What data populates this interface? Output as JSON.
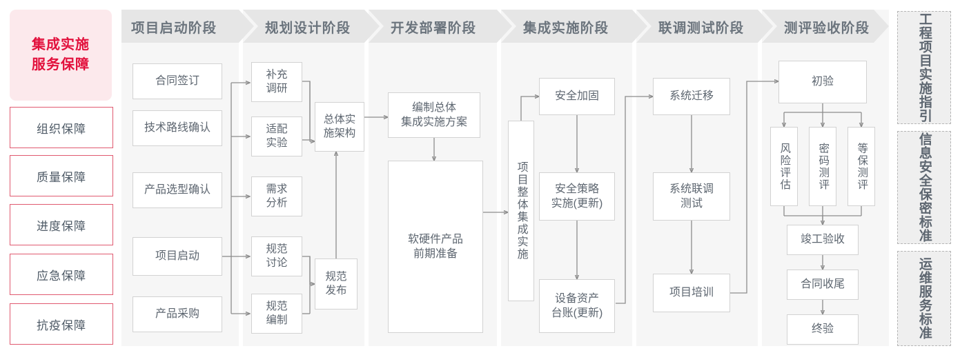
{
  "guarantee": {
    "title": "集成实施\n服务保障",
    "title_line1": "集成实施",
    "title_line2": "服务保障",
    "items": [
      {
        "label": "组织保障"
      },
      {
        "label": "质量保障"
      },
      {
        "label": "进度保障"
      },
      {
        "label": "应急保障"
      },
      {
        "label": "抗疫保障"
      }
    ]
  },
  "phases": [
    {
      "id": "startup",
      "header": "项目启动阶段"
    },
    {
      "id": "planning",
      "header": "规划设计阶段"
    },
    {
      "id": "develop",
      "header": "开发部署阶段"
    },
    {
      "id": "integrate",
      "header": "集成实施阶段"
    },
    {
      "id": "jointtest",
      "header": "联调测试阶段"
    },
    {
      "id": "accept",
      "header": "测评验收阶段"
    }
  ],
  "nodes": {
    "startup": [
      {
        "label": "合同签订"
      },
      {
        "label": "技术路线确认"
      },
      {
        "label": "产品选型确认"
      },
      {
        "label": "项目启动"
      },
      {
        "label": "产品采购"
      }
    ],
    "planning": [
      {
        "label": "补充\n调研",
        "l1": "补充",
        "l2": "调研"
      },
      {
        "label": "适配\n实验",
        "l1": "适配",
        "l2": "实验"
      },
      {
        "label": "需求\n分析",
        "l1": "需求",
        "l2": "分析"
      },
      {
        "label": "规范\n讨论",
        "l1": "规范",
        "l2": "讨论"
      },
      {
        "label": "规范\n编制",
        "l1": "规范",
        "l2": "编制"
      },
      {
        "label": "总体实\n施架构",
        "l1": "总体实",
        "l2": "施架构"
      },
      {
        "label": "规范\n发布",
        "l1": "规范",
        "l2": "发布"
      }
    ],
    "develop": [
      {
        "label": "编制总体\n集成实施方案",
        "l1": "编制总体",
        "l2": "集成实施方案"
      },
      {
        "label": "软硬件产品\n前期准备",
        "l1": "软硬件产品",
        "l2": "前期准备"
      }
    ],
    "integrate": [
      {
        "label": "项目整体集成实施"
      },
      {
        "label": "安全加固"
      },
      {
        "label": "安全策略\n实施(更新)",
        "l1": "安全策略",
        "l2": "实施(更新)"
      },
      {
        "label": "设备资产\n台账(更新)",
        "l1": "设备资产",
        "l2": "台账(更新)"
      }
    ],
    "jointtest": [
      {
        "label": "系统迁移"
      },
      {
        "label": "系统联调\n测试",
        "l1": "系统联调",
        "l2": "测试"
      },
      {
        "label": "项目培训"
      }
    ],
    "accept": [
      {
        "label": "初验"
      },
      {
        "label": "风险评估"
      },
      {
        "label": "密码测评"
      },
      {
        "label": "等保测评"
      },
      {
        "label": "竣工验收"
      },
      {
        "label": "合同收尾"
      },
      {
        "label": "终验"
      }
    ]
  },
  "standards": [
    {
      "label": "工程项目实施指引",
      "col_right": "程目施引",
      "col_left": "工项实指"
    },
    {
      "label": "信息安全保密标准",
      "col_right": "息全密准",
      "col_left": "信安保标"
    },
    {
      "label": "运维服务标准",
      "col_right": "维务准",
      "col_left": "运服标"
    }
  ],
  "colors": {
    "accent_red": "#e2103c",
    "accent_red_border": "#e0596f",
    "accent_pink_bg": "#fce9ec",
    "header_bg": "#e6e6e6",
    "column_bg": "#f6f6f6",
    "node_border": "#d2d2d2",
    "text_gray": "#5d6670",
    "wire": "#8c8c8c"
  }
}
